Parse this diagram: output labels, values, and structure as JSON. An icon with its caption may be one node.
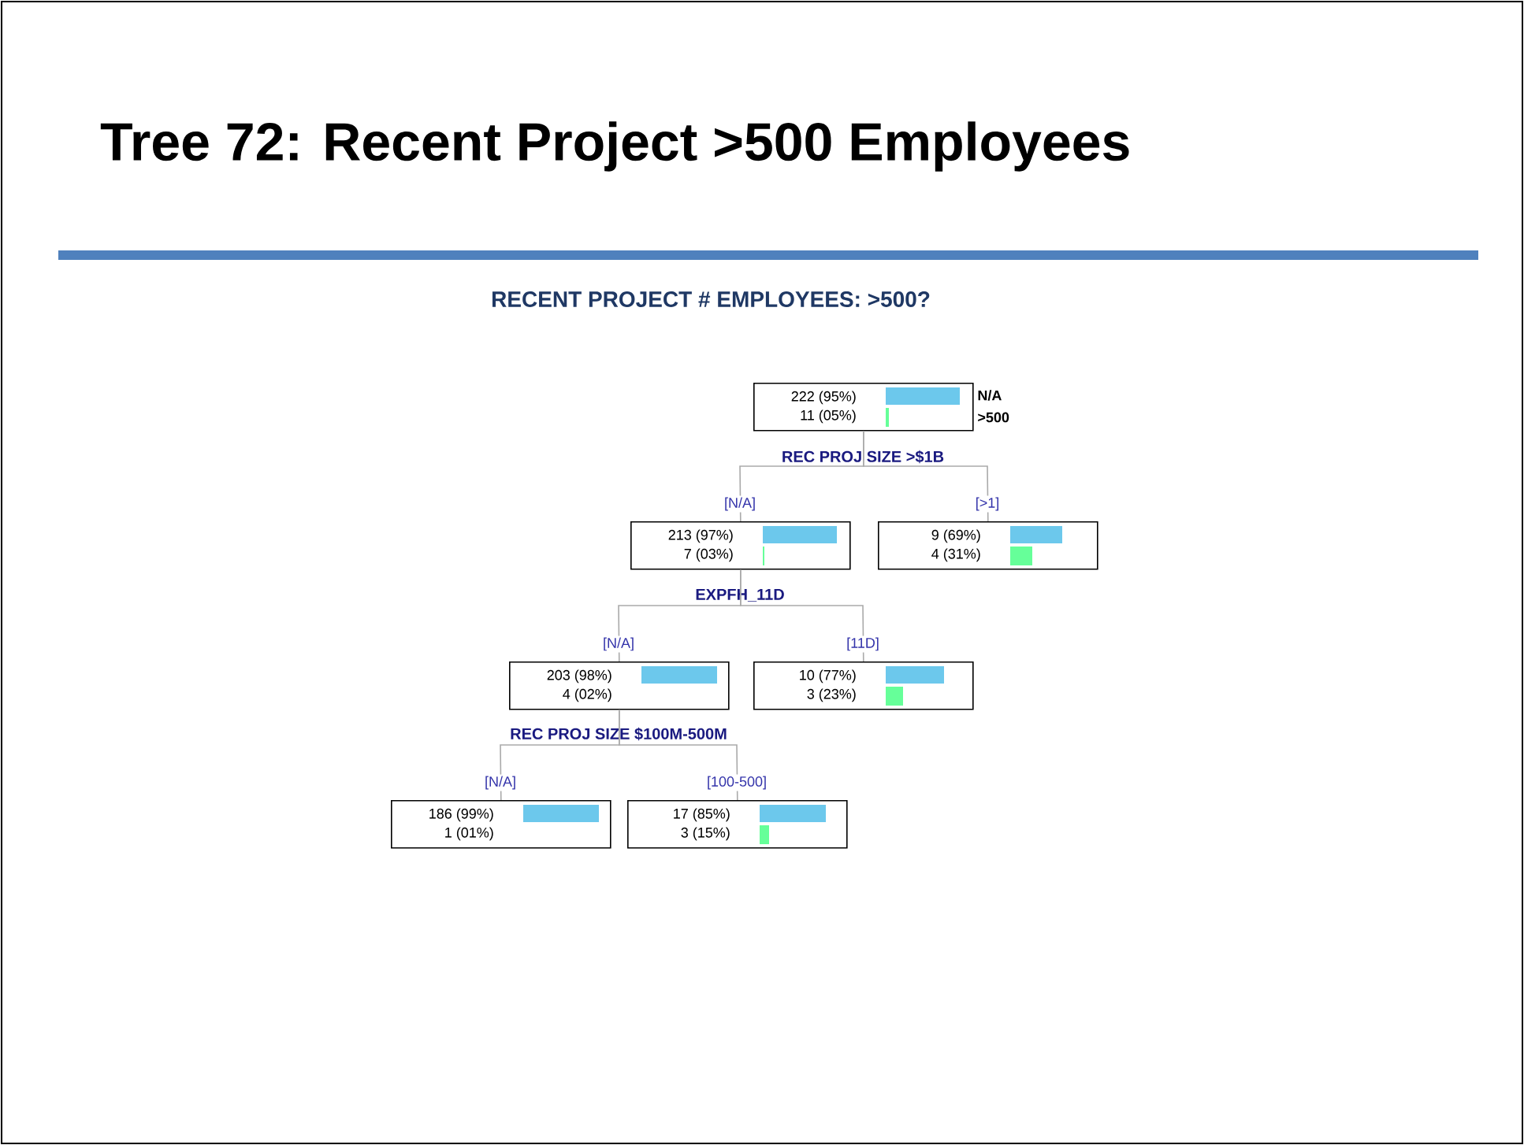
{
  "diagram": {
    "title": "Tree 72: Recent Project >500 Employees",
    "nodes": [
      {
        "text": [
          "222 (95%)",
          "11 (05%)"
        ],
        "beside": [
          "N/A",
          ">500",
          "REC PROJ SIZE >$1B"
        ]
      },
      {
        "text": [
          "213 (97%)",
          "7 (03%)"
        ],
        "beside": [
          "EXPFH_11D"
        ]
      },
      {
        "text": [
          "9 (69%)",
          "4 (31%)"
        ]
      },
      {
        "text": [
          "203 (98%)",
          "4 (02%)"
        ],
        "beside": [
          "REC PROJ SIZE $100M-500M"
        ]
      },
      {
        "text": [
          "10 (77%)",
          "3 (23%)"
        ]
      },
      {
        "text": [
          "186 (99%)",
          "1 (01%)"
        ]
      },
      {
        "text": [
          "17 (85%)",
          "3 (15%)"
        ]
      }
    ],
    "edges": [
      {
        "from": 0,
        "to": 1,
        "arrow": "none",
        "label": "[N/A]"
      },
      {
        "from": 0,
        "to": 2,
        "arrow": "none",
        "label": "[>1]"
      },
      {
        "from": 1,
        "to": 3,
        "arrow": "none",
        "label": "[N/A]"
      },
      {
        "from": 1,
        "to": 4,
        "arrow": "none",
        "label": "[11D]"
      },
      {
        "from": 3,
        "to": 5,
        "arrow": "none",
        "label": "[N/A]"
      },
      {
        "from": 3,
        "to": 6,
        "arrow": "none",
        "label": "[100-500]"
      }
    ],
    "labels": [
      "RECENT PROJECT # EMPLOYEES: >500?"
    ]
  }
}
